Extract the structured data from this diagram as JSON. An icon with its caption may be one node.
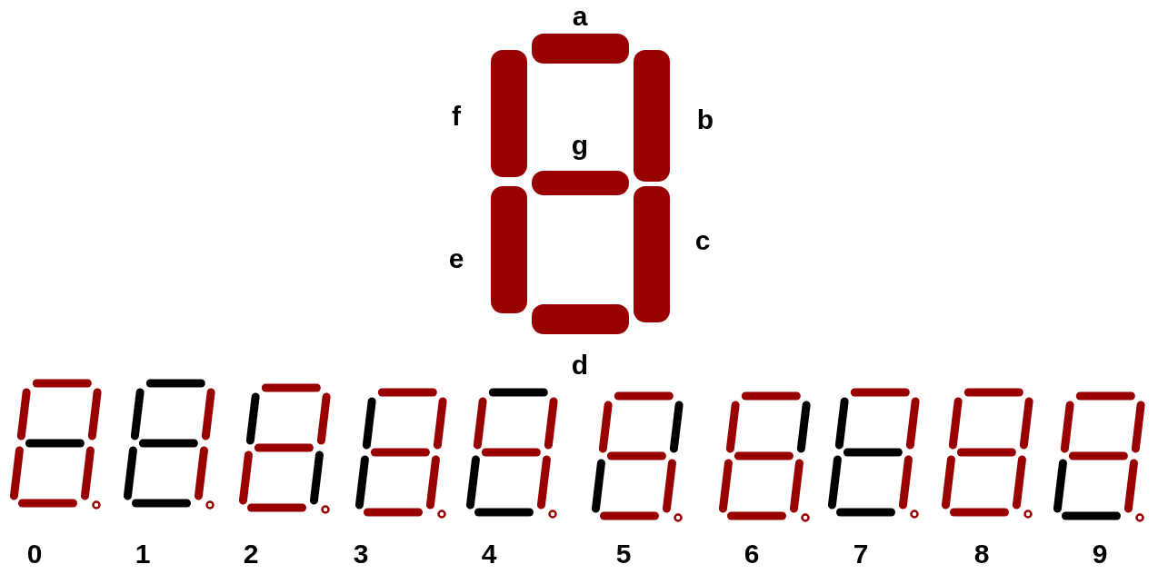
{
  "diagram": {
    "labels": [
      "a",
      "f",
      "b",
      "g",
      "c",
      "e",
      "d",
      "0",
      "1",
      "2",
      "3",
      "4",
      "5",
      "6",
      "7",
      "8",
      "9"
    ]
  }
}
